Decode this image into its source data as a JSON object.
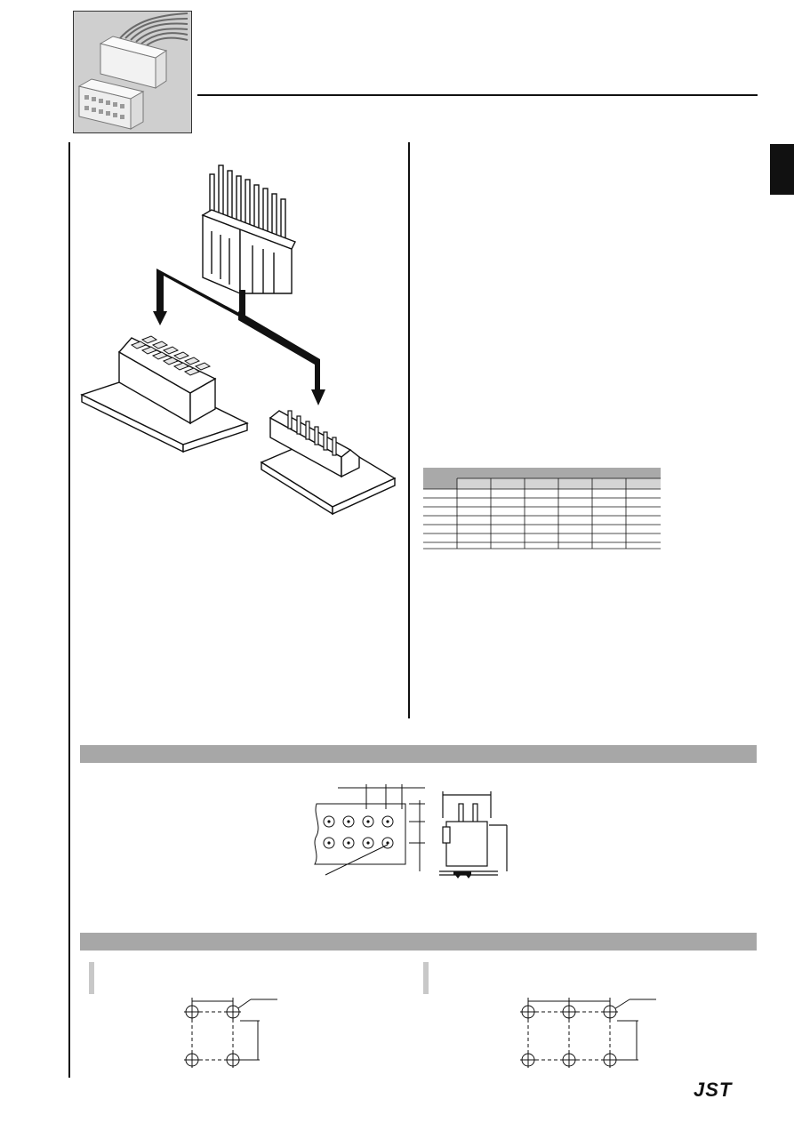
{
  "brand": {
    "logo_text": "JST"
  },
  "spec_table": {
    "columns": 6,
    "rows": 6
  }
}
